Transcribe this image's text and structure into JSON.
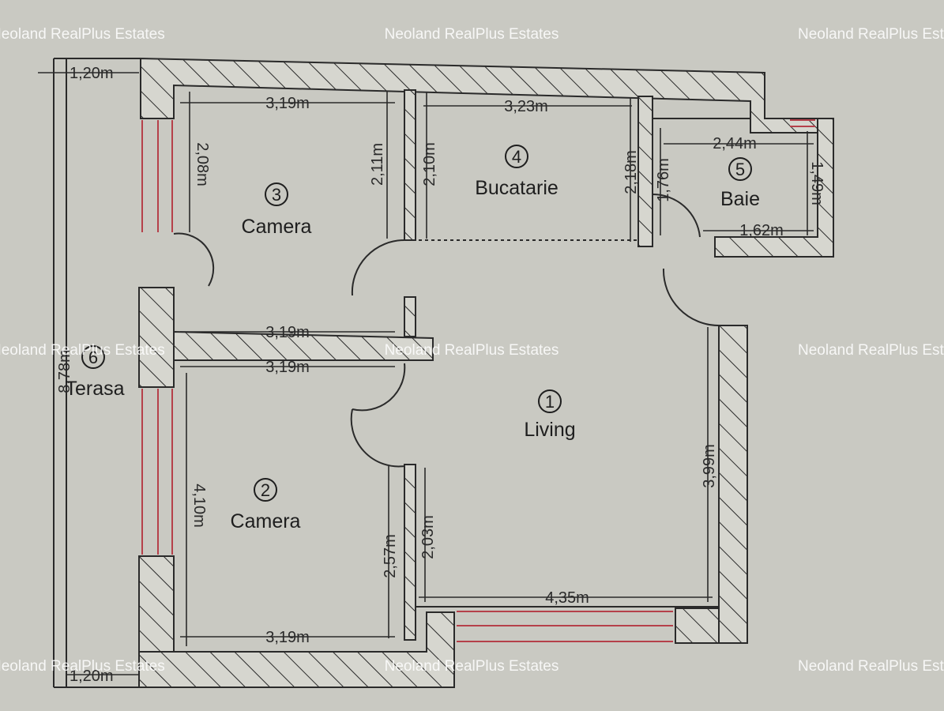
{
  "watermark": "Neoland RealPlus Estates",
  "rooms": {
    "living": {
      "num": "1",
      "label": "Living"
    },
    "camera2": {
      "num": "2",
      "label": "Camera"
    },
    "camera3": {
      "num": "3",
      "label": "Camera"
    },
    "bucatarie": {
      "num": "4",
      "label": "Bucatarie"
    },
    "baie": {
      "num": "5",
      "label": "Baie"
    },
    "terasa": {
      "num": "6",
      "label": "Terasa"
    }
  },
  "dimensions": {
    "terrace_top": "1,20m",
    "terrace_bottom": "1,20m",
    "terrace_length": "8,78m",
    "c3_width": "3,19m",
    "c3_height": "2,08m",
    "c3_right": "2,11m",
    "c3_bottom": "3,19m",
    "kitchen_width": "3,23m",
    "kitchen_left": "2,10m",
    "kitchen_right": "2,18m",
    "bath_width": "2,44m",
    "bath_left": "1,76m",
    "bath_right": "1,49m",
    "bath_bottom": "1,62m",
    "c2_top": "3,19m",
    "c2_left": "4,10m",
    "c2_right": "2,57m",
    "c2_bottom": "3,19m",
    "living_left": "2,03m",
    "living_right": "3,99m",
    "living_bottom": "4,35m"
  },
  "colors": {
    "paper": "#c9c9c2",
    "line": "#2a2a2a",
    "window": "#b5404a",
    "watermark": "#ffffff"
  }
}
